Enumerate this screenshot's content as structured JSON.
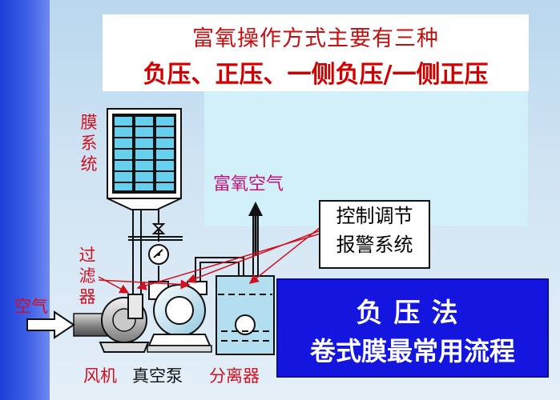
{
  "title": {
    "line1": "富氧操作方式主要有三种",
    "line2": "负压、正压、一侧负压/一侧正压"
  },
  "labels": {
    "membrane_system": "膜系统",
    "filter": "过滤器",
    "air": "空气",
    "enriched_air": "富氧空气"
  },
  "control_box": {
    "line1": "控制调节",
    "line2": "报警系统"
  },
  "equipment": {
    "fan": "风机",
    "vacuum_pump": "真空泵",
    "separator": "分离器"
  },
  "method_box": {
    "line1": "负压法",
    "line2": "卷式膜最常用流程"
  },
  "colors": {
    "label_red": "#d01020",
    "method_blue": "#1515e0",
    "enriched_magenta": "#c8107a"
  }
}
